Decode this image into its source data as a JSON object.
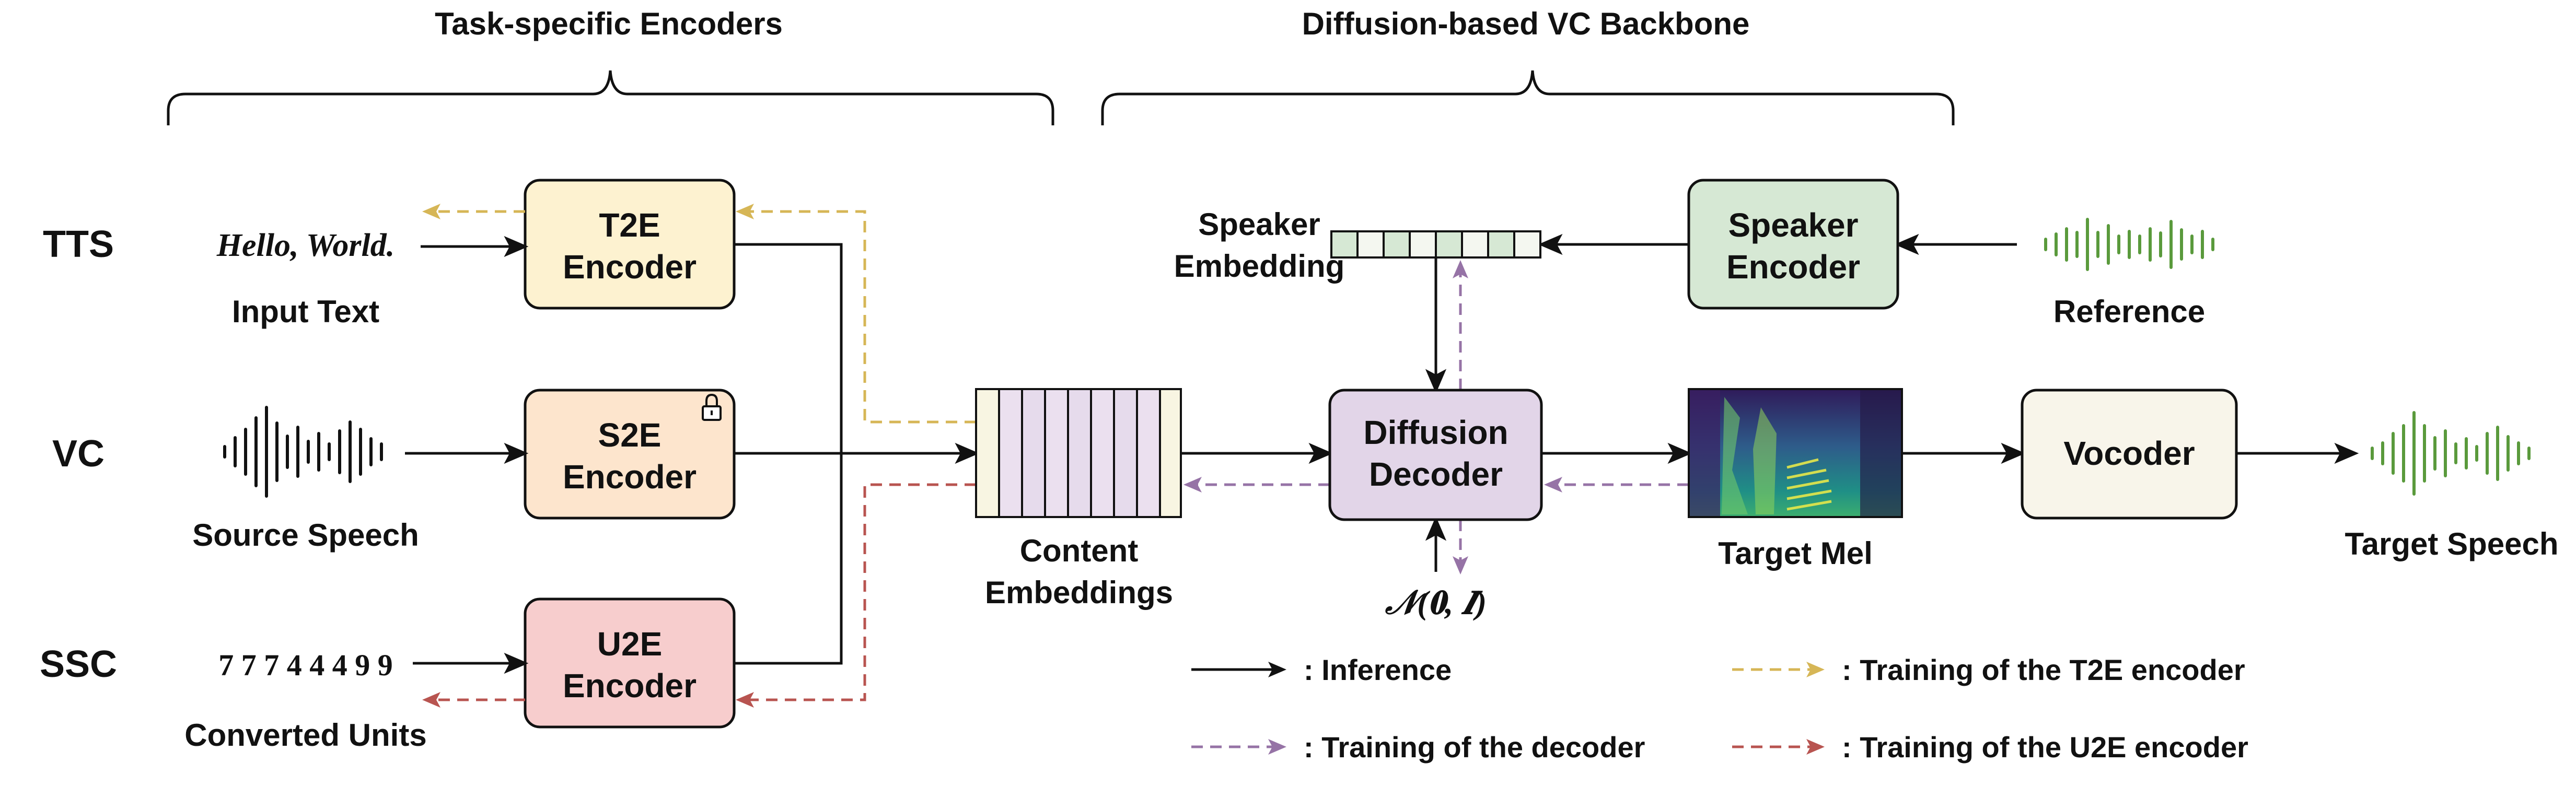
{
  "headers": {
    "encoders": "Task-specific Encoders",
    "backbone": "Diffusion-based VC Backbone"
  },
  "tasks": {
    "tts": "TTS",
    "vc": "VC",
    "ssc": "SSC"
  },
  "inputs": {
    "text_sample": "Hello, World.",
    "text_caption": "Input Text",
    "speech_caption": "Source Speech",
    "units_sample": "7 7 7 4 4 4 9 9",
    "units_caption": "Converted Units"
  },
  "blocks": {
    "t2e_line1": "T2E",
    "t2e_line2": "Encoder",
    "s2e_line1": "S2E",
    "s2e_line2": "Encoder",
    "u2e_line1": "U2E",
    "u2e_line2": "Encoder",
    "decoder_line1": "Diffusion",
    "decoder_line2": "Decoder",
    "speaker_line1": "Speaker",
    "speaker_line2": "Encoder",
    "vocoder": "Vocoder"
  },
  "labels": {
    "content_line1": "Content",
    "content_line2": "Embeddings",
    "speaker_emb_line1": "Speaker",
    "speaker_emb_line2": "Embedding",
    "noise": "𝒩(𝟎, 𝑰)",
    "target_mel": "Target Mel",
    "reference": "Reference",
    "target_speech": "Target Speech"
  },
  "legend": {
    "inference": ": Inference",
    "t2e_training": ": Training of the T2E encoder",
    "decoder_training": ": Training of the decoder",
    "u2e_training": ": Training of the U2E encoder"
  },
  "colors": {
    "t2e_fill": "#fdf2d0",
    "s2e_fill": "#fde5cd",
    "u2e_fill": "#f7cdcd",
    "decoder_fill": "#e2d5e8",
    "speaker_fill": "#d6e8d4",
    "vocoder_fill": "#f8f5ea",
    "t2e_training": "#d6b656",
    "decoder_training": "#9673a6",
    "u2e_training": "#b85450",
    "inference": "#111111",
    "waveform_green": "#5a9a3c"
  },
  "icons": {
    "lock": "lock-icon"
  }
}
